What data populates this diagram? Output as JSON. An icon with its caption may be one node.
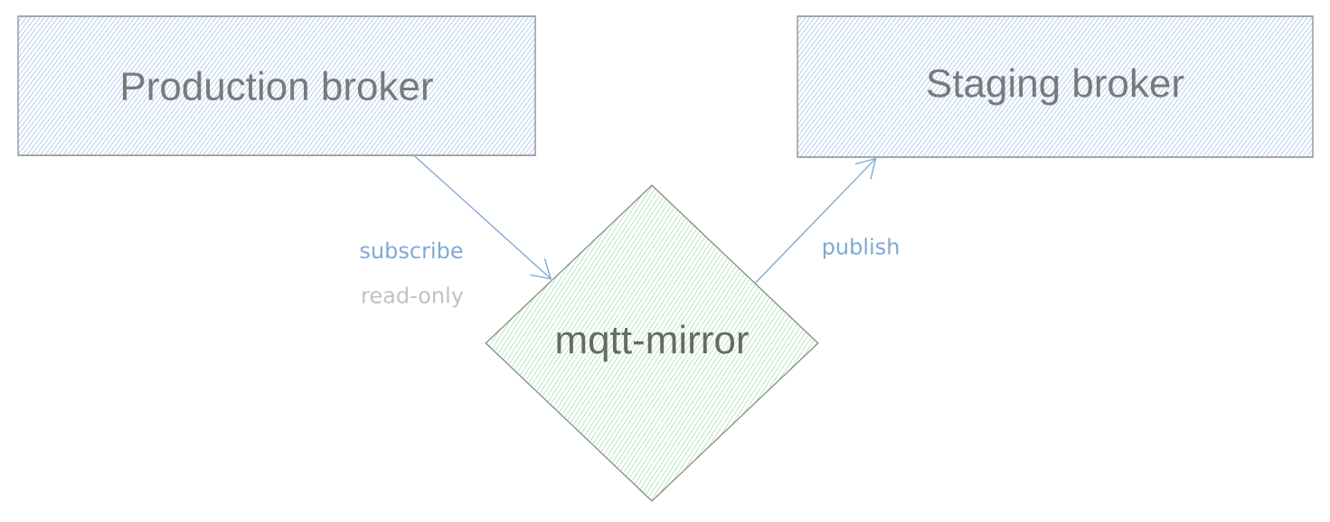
{
  "diagram": {
    "nodes": [
      {
        "text": [
          "Production broker"
        ]
      },
      {
        "text": [
          "Staging broker"
        ]
      },
      {
        "text": [
          "mqtt-mirror"
        ]
      }
    ],
    "edges": [
      {
        "from": 0,
        "to": 2,
        "arrow": "to",
        "label": "subscribe"
      },
      {
        "from": 2,
        "to": 1,
        "arrow": "to",
        "label": "publish"
      }
    ],
    "labels": [
      "read-only"
    ]
  }
}
